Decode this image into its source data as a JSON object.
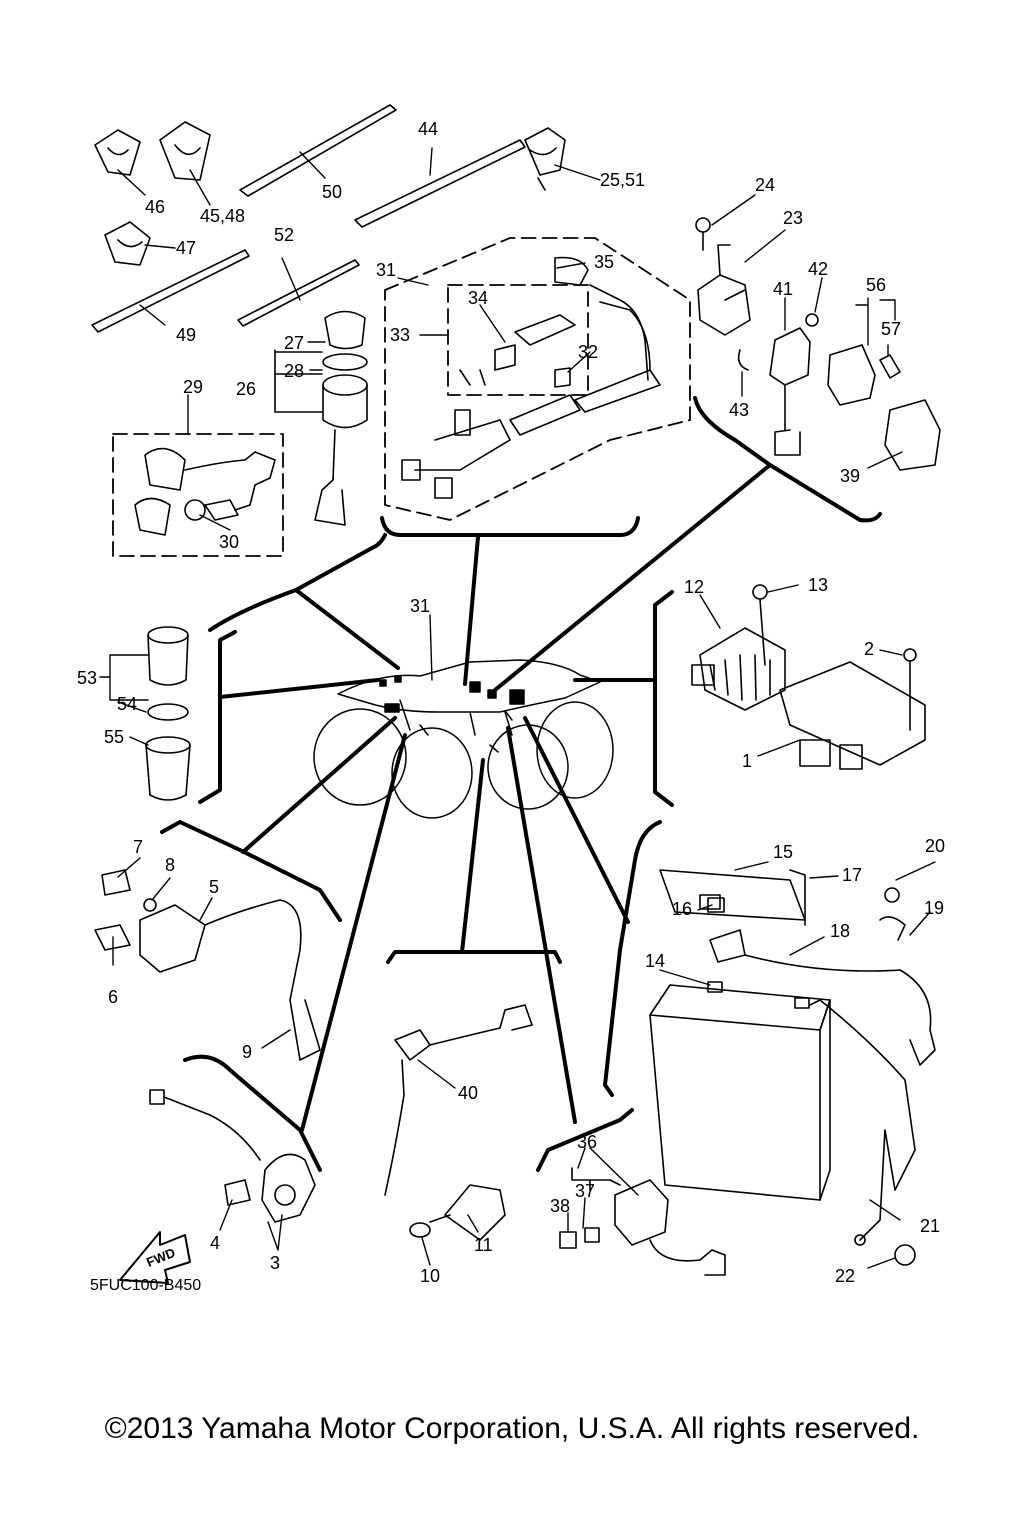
{
  "diagram": {
    "part_numbers": [
      "46",
      "45,48",
      "47",
      "49",
      "50",
      "44",
      "25,51",
      "52",
      "24",
      "23",
      "42",
      "41",
      "56",
      "57",
      "43",
      "39",
      "31",
      "35",
      "34",
      "33",
      "32",
      "27",
      "28",
      "26",
      "29",
      "30",
      "12",
      "13",
      "2",
      "1",
      "53",
      "54",
      "55",
      "7",
      "8",
      "5",
      "6",
      "9",
      "15",
      "17",
      "20",
      "16",
      "19",
      "18",
      "14",
      "40",
      "21",
      "22",
      "36",
      "37",
      "38",
      "10",
      "11",
      "4",
      "3"
    ],
    "fwd_label": "FWD",
    "reference_code": "5FUC100-B450"
  },
  "footer": {
    "copyright": "©2013 Yamaha Motor Corporation, U.S.A. All rights reserved."
  },
  "colors": {
    "ink": "#000000",
    "paper": "#ffffff",
    "tint": "#e6e6e6"
  }
}
